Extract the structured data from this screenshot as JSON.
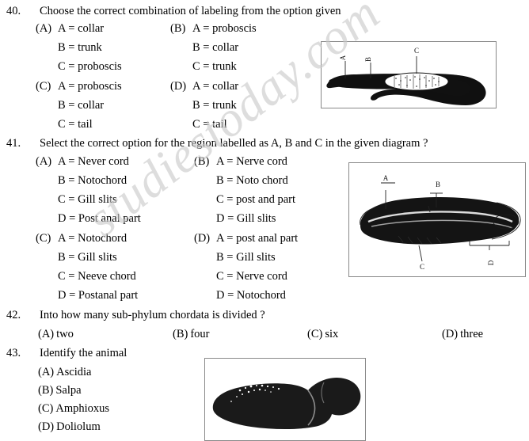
{
  "page": {
    "background": "#ffffff",
    "text_color": "#000000",
    "watermark": "studiestoday.com",
    "watermark_color": "#c9c9c9"
  },
  "questions": [
    {
      "number": "40.",
      "stem": "Choose the correct combination of labeling from the option given",
      "options": [
        {
          "label": "(A)",
          "lines": [
            "A = collar",
            "B = trunk",
            "C = proboscis"
          ]
        },
        {
          "label": "(B)",
          "lines": [
            "A = proboscis",
            "B = collar",
            "C = trunk"
          ]
        },
        {
          "label": "(C)",
          "lines": [
            "A = proboscis",
            "B = collar",
            "C = tail"
          ]
        },
        {
          "label": "(D)",
          "lines": [
            "A = collar",
            "B = trunk",
            "C = tail"
          ]
        }
      ],
      "figure": {
        "name": "hemichordate-diagram",
        "labels": [
          "A",
          "B",
          "C"
        ]
      }
    },
    {
      "number": "41.",
      "stem": "Select the correct option for the region labelled as A, B and C in the given diagram ?",
      "options": [
        {
          "label": "(A)",
          "lines": [
            "A = Never cord",
            "B = Notochord",
            "C = Gill slits",
            "D = Post anal part"
          ]
        },
        {
          "label": "(B)",
          "lines": [
            "A = Nerve cord",
            "B = Noto chord",
            "C = post and part",
            "D = Gill slits"
          ]
        },
        {
          "label": "(C)",
          "lines": [
            "A = Notochord",
            "B = Gill slits",
            "C = Neeve chord",
            "D = Postanal part"
          ]
        },
        {
          "label": "(D)",
          "lines": [
            "A = post anal part",
            "B = Gill slits",
            "C = Nerve cord",
            "D = Notochord"
          ]
        }
      ],
      "figure": {
        "name": "amphioxus-diagram",
        "labels": [
          "A",
          "B",
          "C",
          "D"
        ]
      }
    },
    {
      "number": "42.",
      "stem": "Into how many sub-phylum chordata is divided ?",
      "options": [
        {
          "label": "(A)",
          "text": "two"
        },
        {
          "label": "(B)",
          "text": "four"
        },
        {
          "label": "(C)",
          "text": "six"
        },
        {
          "label": "(D)",
          "text": "three"
        }
      ]
    },
    {
      "number": "43.",
      "stem": "Identify the animal",
      "options": [
        {
          "label": "(A)",
          "text": "Ascidia"
        },
        {
          "label": "(B)",
          "text": "Salpa"
        },
        {
          "label": "(C)",
          "text": "Amphioxus"
        },
        {
          "label": "(D)",
          "text": "Doliolum"
        }
      ],
      "figure": {
        "name": "ascidia-diagram",
        "labels": []
      }
    }
  ]
}
